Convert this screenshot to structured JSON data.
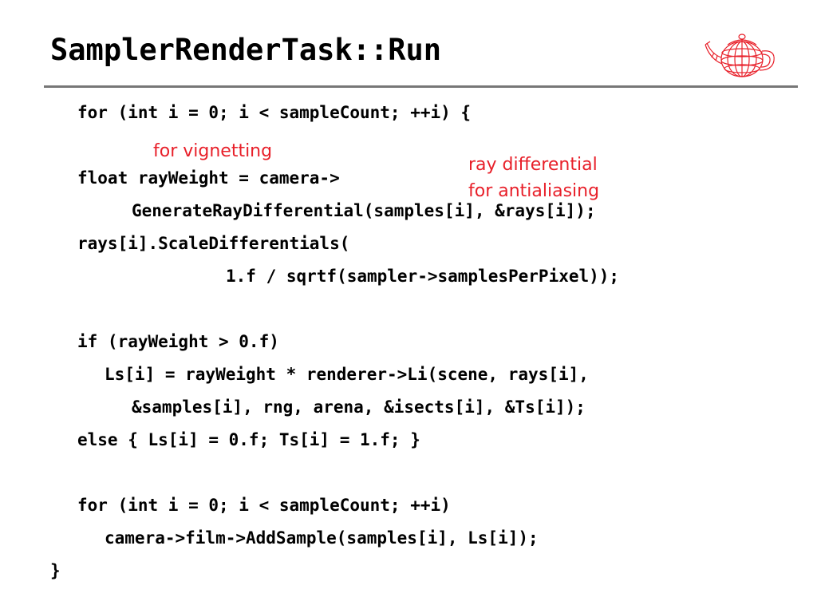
{
  "slide": {
    "title": "SamplerRenderTask::Run",
    "accent_color": "#e8202a",
    "logo_icon": "teapot-icon"
  },
  "code": {
    "lines": [
      "for (int i = 0; i < sampleCount; ++i) {",
      "float rayWeight = camera->",
      "GenerateRayDifferential(samples[i], &rays[i]);",
      "rays[i].ScaleDifferentials(",
      "1.f / sqrtf(sampler->samplesPerPixel));",
      "if (rayWeight > 0.f)",
      "Ls[i] = rayWeight * renderer->Li(scene, rays[i],",
      "&samples[i], rng, arena, &isects[i], &Ts[i]);",
      "else { Ls[i] = 0.f; Ts[i] = 1.f; }",
      "for (int i = 0; i < sampleCount; ++i)",
      "camera->film->AddSample(samples[i], Ls[i]);",
      "}"
    ]
  },
  "annotations": {
    "vignetting": "for vignetting",
    "ray_diff_line1": "ray differential",
    "ray_diff_line2": "for antialiasing"
  }
}
